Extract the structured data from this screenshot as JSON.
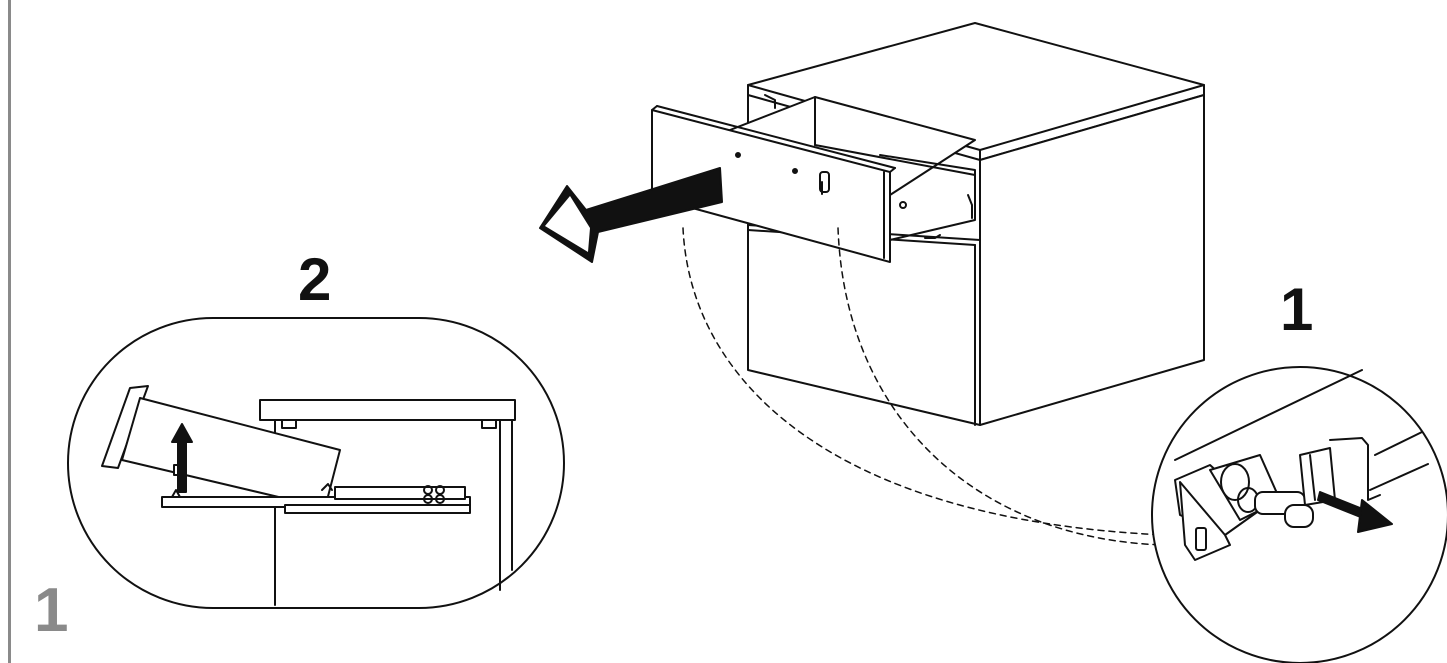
{
  "page": {
    "step_number": "1"
  },
  "callouts": {
    "detail_left_label": "2",
    "detail_right_label": "1"
  },
  "colors": {
    "line": "#111111",
    "accent_gray": "#8a8a8a",
    "fill": "#ffffff"
  },
  "icons": {
    "pull_arrow": "arrow-left-icon",
    "lift_arrow": "arrow-up-icon",
    "release_arrow": "arrow-down-right-icon"
  }
}
